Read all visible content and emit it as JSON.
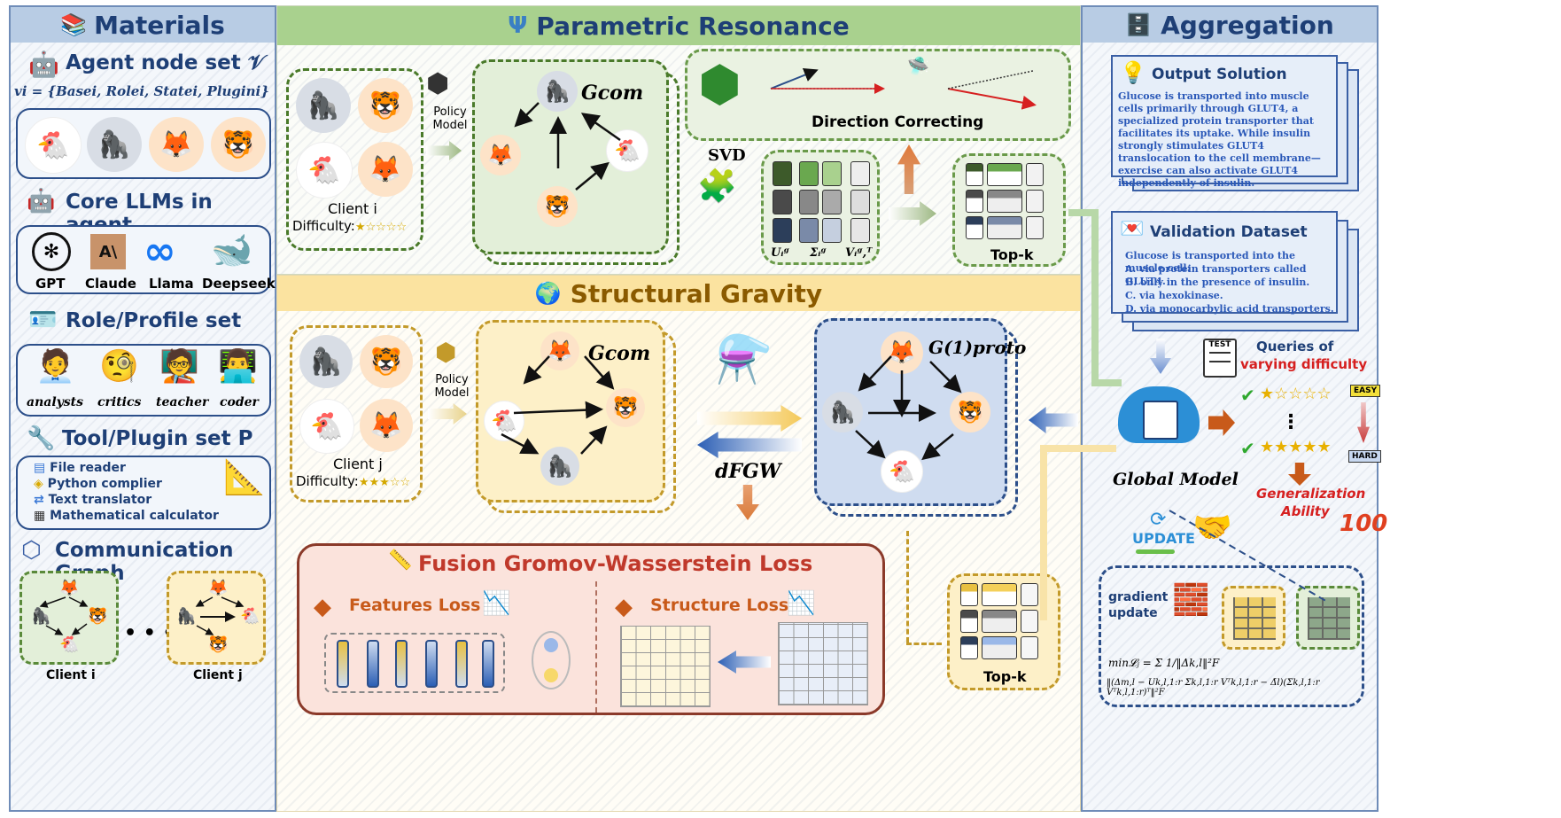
{
  "materials": {
    "title": "Materials",
    "agent_node_title": "Agent node set 𝒱",
    "agent_node_formula": "vi = {Basei, Rolei, Statei, Plugini}",
    "core_llms_title": "Core LLMs in agent",
    "llms": [
      "GPT",
      "Claude",
      "Llama",
      "Deepseek"
    ],
    "role_title": "Role/Profile set",
    "roles": [
      "analysts",
      "critics",
      "teacher",
      "coder"
    ],
    "tool_title": "Tool/Plugin set P",
    "tools": [
      "File reader",
      "Python complier",
      "Text translator",
      "Mathematical calculator"
    ],
    "comm_title": "Communication Graph",
    "client_i": "Client i",
    "client_j": "Client j",
    "ellipsis": "• • •"
  },
  "parametric": {
    "title": "Parametric Resonance",
    "client_label": "Client i",
    "difficulty_label": "Difficulty:",
    "difficulty_stars": "★☆☆☆☆",
    "policy_model": "Policy Model",
    "g_com": "Gcom",
    "direction_correcting": "Direction Correcting",
    "svd": "SVD",
    "u_label": "Uᵢᵍ",
    "sigma_label": "Σᵢᵍ",
    "v_label": "Vᵢᵍ,ᵀ",
    "top_k": "Top-k"
  },
  "structural": {
    "title": "Structural Gravity",
    "client_label": "Client j",
    "difficulty_label": "Difficulty:",
    "difficulty_stars": "★★★☆☆",
    "policy_model": "Policy Model",
    "g_com": "Gcom",
    "g_proto": "G(1)proto",
    "d_fgw": "dFGW",
    "top_k": "Top-k"
  },
  "fgw": {
    "title": "Fusion Gromov-Wasserstein Loss",
    "features_loss": "Features Loss",
    "structure_loss": "Structure Loss"
  },
  "aggregation": {
    "title": "Aggregation",
    "output_title": "Output Solution",
    "output_text": "Glucose is transported into muscle cells primarily through GLUT4, a specialized protein transporter that facilitates its uptake. While insulin strongly stimulates GLUT4 translocation to the cell membrane—exercise can also activate GLUT4 independently of insulin.",
    "validation_title": "Validation Dataset",
    "validation_lines": [
      "Glucose is transported into the muscle cell:",
      "A. via protein transporters called GLUT4.",
      "B. only in the presence of insulin.",
      "C. via hexokinase.",
      "D. via monocarbylic acid transporters."
    ],
    "test_badge": "TEST",
    "queries_line1": "Queries of",
    "queries_line2": "varying difficulty",
    "easy": "EASY",
    "hard": "HARD",
    "stars_easy": "★☆☆☆☆",
    "stars_hard": "★★★★★",
    "dots": "⋮",
    "global_model": "Global Model",
    "generalization_line1": "Generalization",
    "generalization_line2": "Ability",
    "hundred": "100",
    "update": "UPDATE",
    "gradient_update": "gradient update",
    "formula_line1": "min𝓛ⱼ = Σ 1/‖Δk,l‖²F",
    "formula_line2": "‖(Δm,l − Uk,l,1:r Σk,l,1:r Vᵀk,l,1:r − Δ̄l)(Σk,l,1:r Vᵀk,l,1:r)ᵀ‖²F"
  },
  "colors": {
    "green_header": "#a9d18e",
    "yellow_header": "#fbe3a0",
    "side_header": "#b8cce4",
    "dark_blue": "#1e3f76",
    "green_dash": "#5a8a3a",
    "gold_dash": "#c39a2a",
    "navy_dash": "#2c4f8a",
    "fgw_border": "#8b3a2a",
    "fgw_title": "#c0392b",
    "red_text": "#d62020"
  }
}
